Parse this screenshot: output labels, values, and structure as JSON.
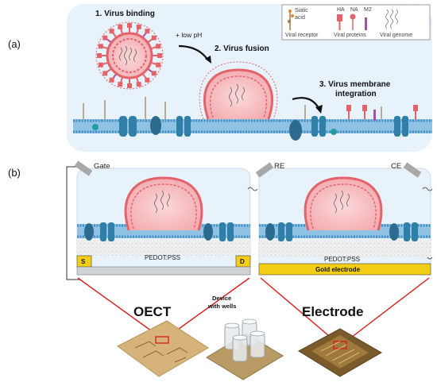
{
  "panel_a": {
    "label": "(a)",
    "step1": "1. Virus binding",
    "arrow1": "+ low pH",
    "step2": "2. Virus fusion",
    "step3_line1": "3. Virus membrane",
    "step3_line2": "integration",
    "legend": {
      "sialic_line1": "Sialic",
      "sialic_line2": "acid",
      "ha": "HA",
      "na": "NA",
      "m2": "M2",
      "viral_receptor": "Viral receptor",
      "viral_proteins": "Viral proteins",
      "viral_genome": "Viral genome"
    }
  },
  "panel_b": {
    "label": "(b)",
    "gate": "Gate",
    "source": "S",
    "drain": "D",
    "pedot_left": "PEDOT:PSS",
    "re": "RE",
    "ce": "CE",
    "pedot_right": "PEDOT:PSS",
    "gold": "Gold electrode"
  },
  "photos": {
    "oect": "OECT",
    "wells_line1": "Device",
    "wells_line2": "with wells",
    "electrode": "Electrode"
  },
  "colors": {
    "sky": "#e8f2fb",
    "virus": "#e4636b",
    "membrane": "#3f8fc5",
    "protein": "#2f7fa8",
    "gold": "#f4cd15"
  }
}
